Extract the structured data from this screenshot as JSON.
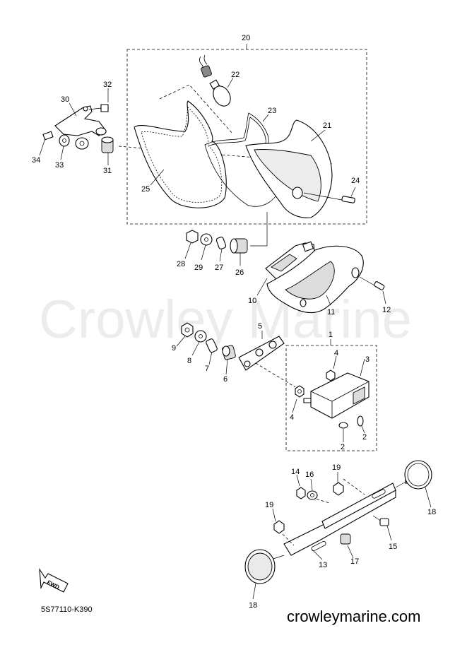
{
  "watermark": "Crowley Marine",
  "site": "crowleymarine.com",
  "diagram_code": "5S77110-K390",
  "fwd_label": "FWD",
  "callouts": {
    "c1": "1",
    "c2a": "2",
    "c2b": "2",
    "c3": "3",
    "c4a": "4",
    "c4b": "4",
    "c5": "5",
    "c6": "6",
    "c7": "7",
    "c8": "8",
    "c9": "9",
    "c10": "10",
    "c11": "11",
    "c12": "12",
    "c13": "13",
    "c14": "14",
    "c15": "15",
    "c16": "16",
    "c17": "17",
    "c18a": "18",
    "c18b": "18",
    "c19a": "19",
    "c19b": "19",
    "c20": "20",
    "c21": "21",
    "c22": "22",
    "c23": "23",
    "c24": "24",
    "c25": "25",
    "c26": "26",
    "c27": "27",
    "c28": "28",
    "c29": "29",
    "c30": "30",
    "c31": "31",
    "c32": "32",
    "c33": "33",
    "c34": "34"
  }
}
